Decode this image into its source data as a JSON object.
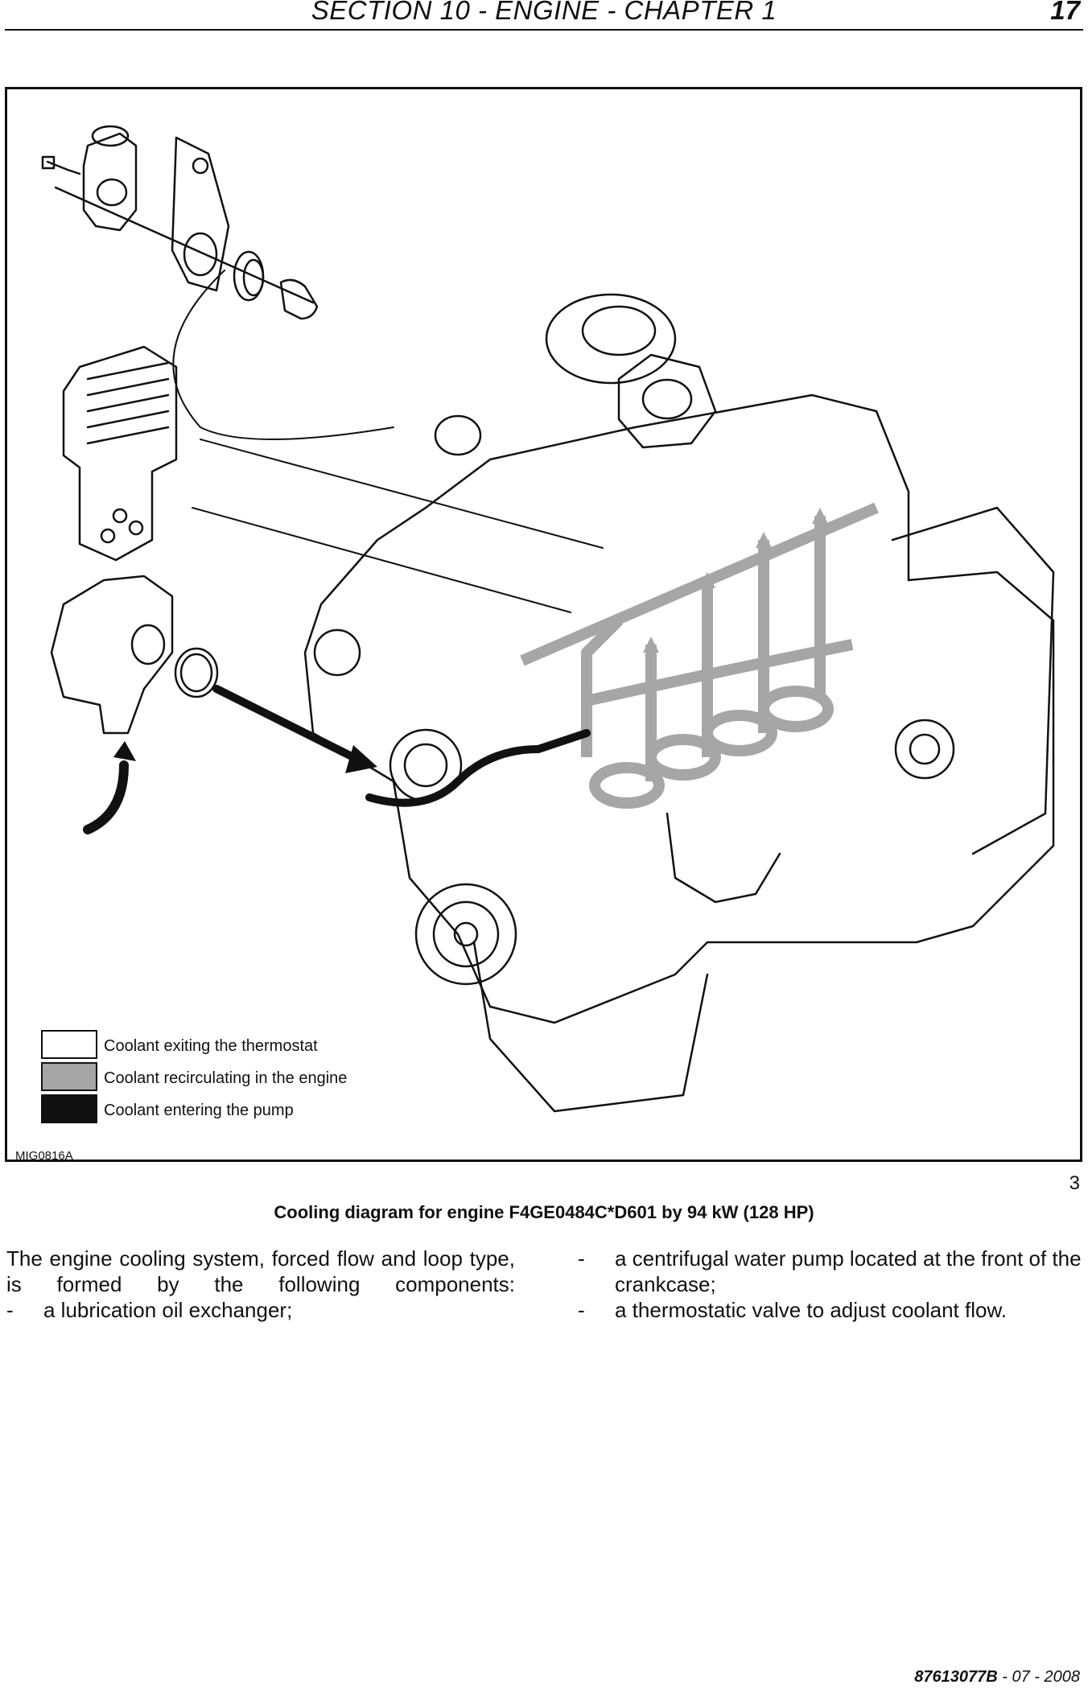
{
  "header": {
    "title": "SECTION 10 - ENGINE - CHAPTER 1",
    "page_number": "17"
  },
  "figure": {
    "legend": [
      {
        "label": "Coolant exiting the thermostat",
        "color": "#ffffff"
      },
      {
        "label": "Coolant recirculating in the engine",
        "color": "#a6a6a6"
      },
      {
        "label": "Coolant entering the pump",
        "color": "#111111"
      }
    ],
    "code": "MIG0816A",
    "number": "3",
    "caption": "Cooling diagram for engine F4GE0484C*D601 by 94 kW (128 HP)"
  },
  "body": {
    "intro": "The engine cooling system, forced flow and loop type, is formed by the following components:",
    "dash": "-",
    "items": [
      "a lubrication oil exchanger;",
      "a centrifugal water pump located at the front of the crankcase;",
      "a thermostatic valve to adjust coolant flow."
    ]
  },
  "footer": {
    "doc_number": "87613077B",
    "date": " - 07 - 2008"
  },
  "colors": {
    "exit": "#ffffff",
    "recirculating": "#a6a6a6",
    "entering": "#111111"
  }
}
